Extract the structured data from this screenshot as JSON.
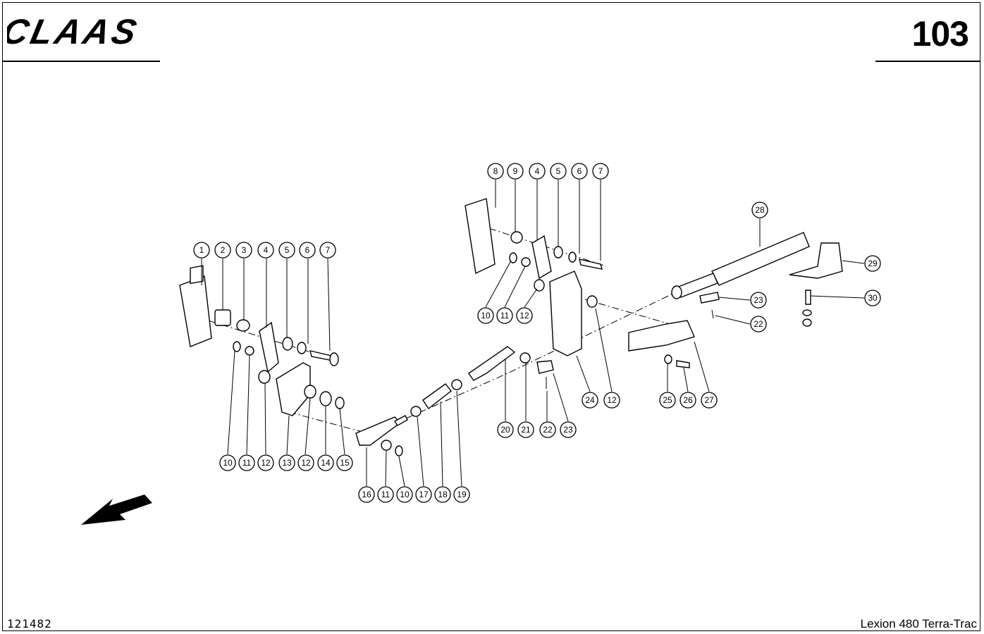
{
  "header": {
    "brand": "CLAAS",
    "page_number": "103"
  },
  "footer": {
    "drawing_number": "121482",
    "model": "Lexion 480 Terra-Trac"
  },
  "callouts": [
    "1",
    "2",
    "3",
    "4",
    "5",
    "6",
    "7",
    "8",
    "9",
    "4",
    "5",
    "6",
    "7",
    "10",
    "11",
    "12",
    "28",
    "29",
    "23",
    "22",
    "30",
    "24",
    "12",
    "25",
    "26",
    "27",
    "20",
    "21",
    "22",
    "23",
    "10",
    "11",
    "12",
    "13",
    "12",
    "14",
    "15",
    "16",
    "11",
    "10",
    "17",
    "18",
    "19"
  ]
}
